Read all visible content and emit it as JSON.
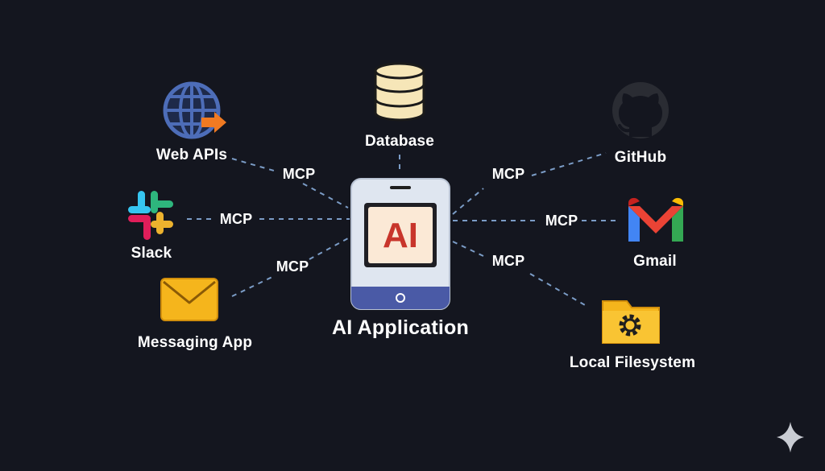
{
  "center": {
    "label": "AI Application",
    "screen_text": "AI"
  },
  "nodes": {
    "database": "Database",
    "web_apis": "Web APIs",
    "slack": "Slack",
    "messaging_app": "Messaging App",
    "github": "GitHub",
    "gmail": "Gmail",
    "local_filesystem": "Local Filesystem"
  },
  "connections": {
    "web_apis": "MCP",
    "slack": "MCP",
    "messaging_app": "MCP",
    "github": "MCP",
    "gmail": "MCP",
    "local_filesystem": "MCP"
  },
  "icons": {
    "database": "database-icon",
    "web_apis": "globe-arrow-icon",
    "slack": "slack-icon",
    "messaging_app": "envelope-icon",
    "github": "github-icon",
    "gmail": "gmail-icon",
    "local_filesystem": "folder-gear-icon",
    "corner": "sparkle-icon"
  },
  "colors": {
    "background": "#14161f",
    "connector": "#7b9cc6",
    "device_frame": "#dfe6f0",
    "device_bar": "#4a5aa6",
    "ai_red": "#c8352b",
    "folder_yellow": "#f5b51c"
  }
}
